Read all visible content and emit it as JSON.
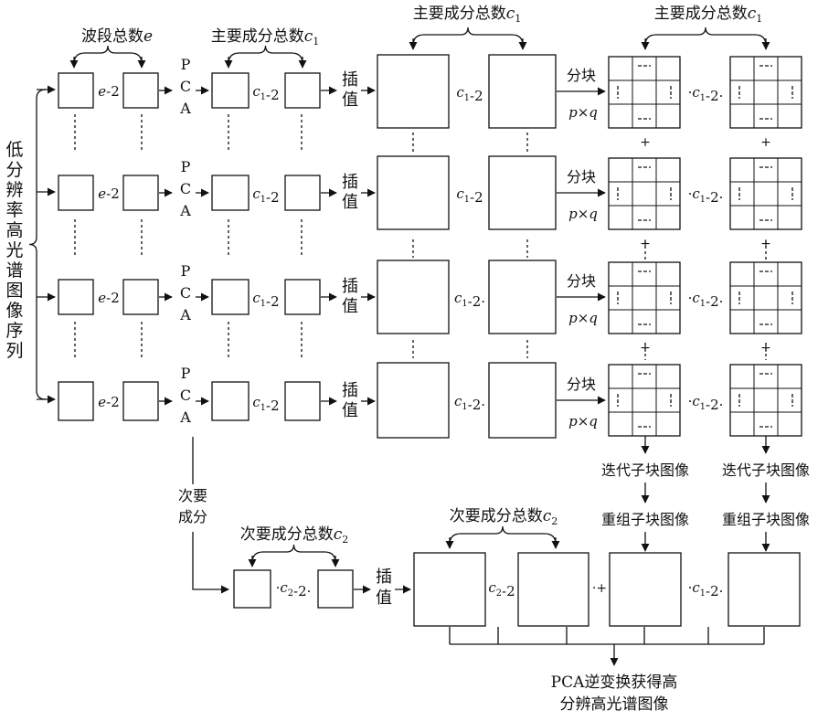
{
  "left_label": "低分辨率高光谱图像序列",
  "band_total": "波段总数e",
  "principal_total": "主要成分总数c1",
  "minor_total": "次要成分总数c2",
  "pca_letters": [
    "P",
    "C",
    "A"
  ],
  "interp_label": [
    "插",
    "值"
  ],
  "sep_e": "e-2",
  "sep_c1": "c1-2",
  "sep_c1_dot": "c1-2·",
  "sep_c1_dot2": "·c1-2·",
  "sep_c2": "·c2-2·",
  "sep_c2b": "c2-2",
  "block_label": "分块",
  "block_size": "p×q",
  "plus": "+",
  "iter_label": "迭代子块图像",
  "recon_label": "重组子块图像",
  "minor_label": [
    "次要",
    "成分"
  ],
  "result_label": [
    "PCA逆变换获得高",
    "分辨高光谱图像"
  ]
}
